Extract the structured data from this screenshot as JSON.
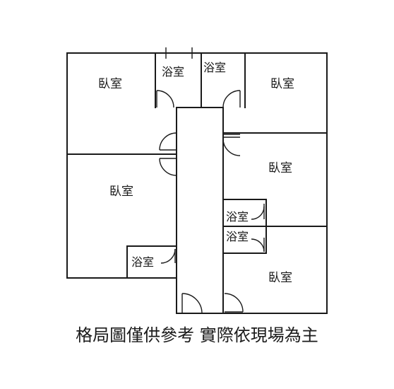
{
  "plan": {
    "rooms": [
      {
        "id": "bedroom-top-left",
        "label": "臥室"
      },
      {
        "id": "bedroom-mid-left",
        "label": "臥室"
      },
      {
        "id": "bedroom-top-right",
        "label": "臥室"
      },
      {
        "id": "bedroom-mid-right",
        "label": "臥室"
      },
      {
        "id": "bedroom-bottom-right",
        "label": "臥室"
      }
    ],
    "bathrooms": [
      {
        "id": "bath-top-1",
        "label": "浴室"
      },
      {
        "id": "bath-top-2",
        "label": "浴室"
      },
      {
        "id": "bath-left",
        "label": "浴室"
      },
      {
        "id": "bath-right-1",
        "label": "浴室"
      },
      {
        "id": "bath-right-2",
        "label": "浴室"
      }
    ]
  },
  "caption": "格局圖僅供參考 實際依現場為主"
}
